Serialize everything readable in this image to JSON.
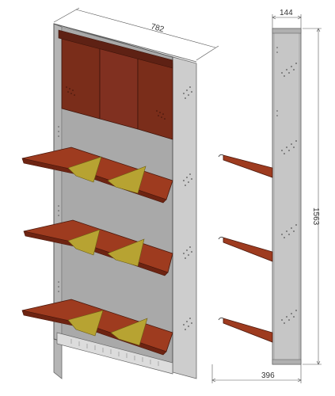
{
  "dimensions": {
    "width": "782",
    "depth": "144",
    "height": "1563",
    "base_depth": "396"
  },
  "colors": {
    "frame": "#c9c9c9",
    "frame_dark": "#9c9c9c",
    "back_panel": "#a9a9a9",
    "top_door": "#7a2d1a",
    "tray": "#9e3b1f",
    "tray_dark": "#6e2412",
    "insert": "#b7a332",
    "dim_line": "#555555"
  }
}
